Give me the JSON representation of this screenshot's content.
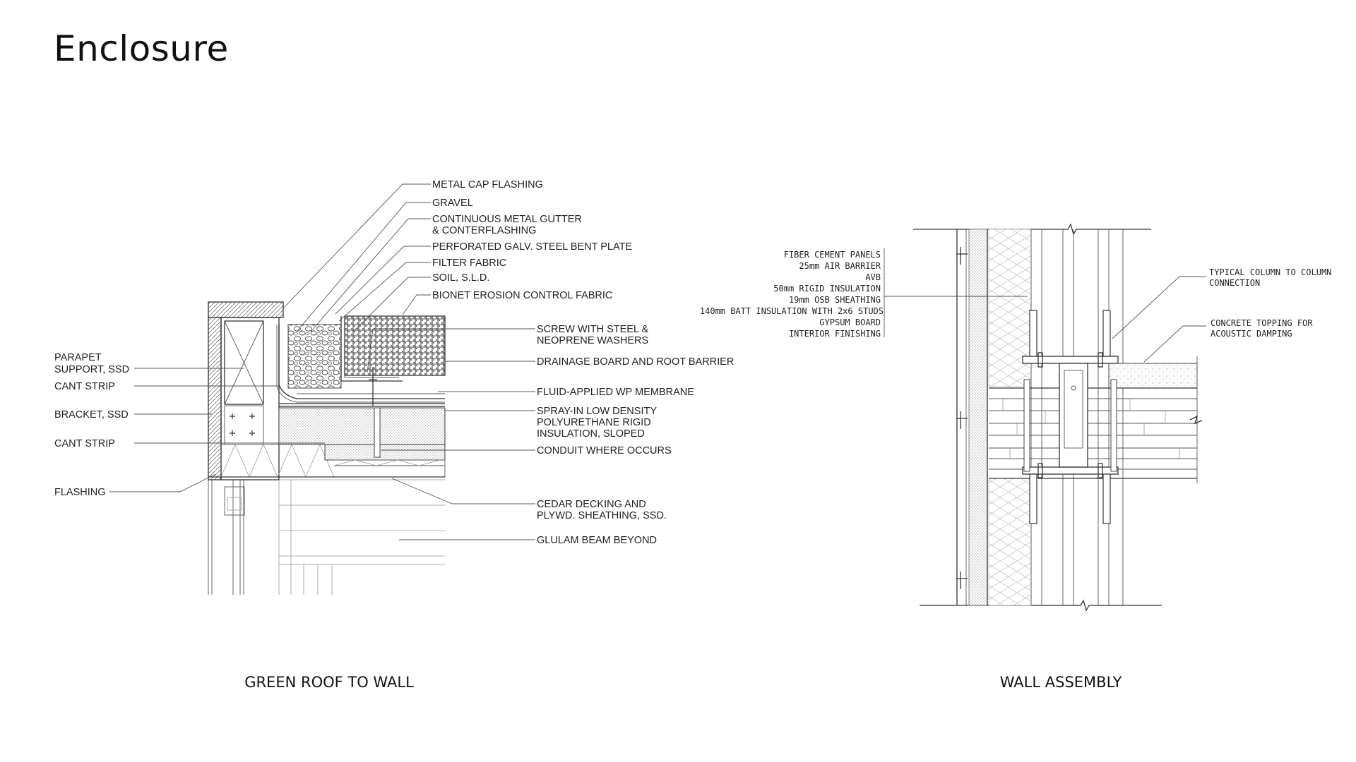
{
  "page": {
    "title": "Enclosure"
  },
  "roof_detail": {
    "caption": "GREEN ROOF TO WALL",
    "left_labels": [
      {
        "lines": [
          "PARAPET",
          "SUPPORT, SSD"
        ]
      },
      {
        "lines": [
          "CANT STRIP"
        ]
      },
      {
        "lines": [
          "BRACKET, SSD"
        ]
      },
      {
        "lines": [
          "CANT STRIP"
        ]
      },
      {
        "lines": [
          "FLASHING"
        ]
      }
    ],
    "top_labels": [
      {
        "lines": [
          "METAL CAP FLASHING"
        ]
      },
      {
        "lines": [
          "GRAVEL"
        ]
      },
      {
        "lines": [
          "CONTINUOUS METAL GUTTER",
          "& CONTERFLASHING"
        ]
      },
      {
        "lines": [
          "PERFORATED GALV. STEEL BENT PLATE"
        ]
      },
      {
        "lines": [
          "FILTER FABRIC"
        ]
      },
      {
        "lines": [
          "SOIL, S.L.D."
        ]
      },
      {
        "lines": [
          "BIONET EROSION CONTROL FABRIC"
        ]
      }
    ],
    "right_labels": [
      {
        "lines": [
          "SCREW WITH STEEL &",
          "NEOPRENE WASHERS"
        ]
      },
      {
        "lines": [
          "DRAINAGE BOARD AND ROOT BARRIER"
        ]
      },
      {
        "lines": [
          "FLUID-APPLIED WP MEMBRANE"
        ]
      },
      {
        "lines": [
          "SPRAY-IN LOW DENSITY",
          "POLYURETHANE RIGID",
          "INSULATION, SLOPED"
        ]
      },
      {
        "lines": [
          "CONDUIT WHERE OCCURS"
        ]
      },
      {
        "lines": [
          "CEDAR DECKING AND",
          "PLYWD. SHEATHING, SSD."
        ]
      },
      {
        "lines": [
          "GLULAM BEAM BEYOND"
        ]
      }
    ]
  },
  "wall_detail": {
    "caption": "WALL ASSEMBLY",
    "layer_labels": [
      "FIBER CEMENT PANELS",
      "25mm AIR BARRIER",
      "AVB",
      "50mm RIGID INSULATION",
      "19mm OSB SHEATHING",
      "140mm BATT INSULATION WITH 2x6 STUDS",
      "GYPSUM BOARD",
      "INTERIOR FINISHING"
    ],
    "right_labels": [
      {
        "lines": [
          "TYPICAL COLUMN TO COLUMN",
          "CONNECTION"
        ]
      },
      {
        "lines": [
          "CONCRETE TOPPING FOR",
          "ACOUSTIC DAMPING"
        ]
      }
    ]
  }
}
